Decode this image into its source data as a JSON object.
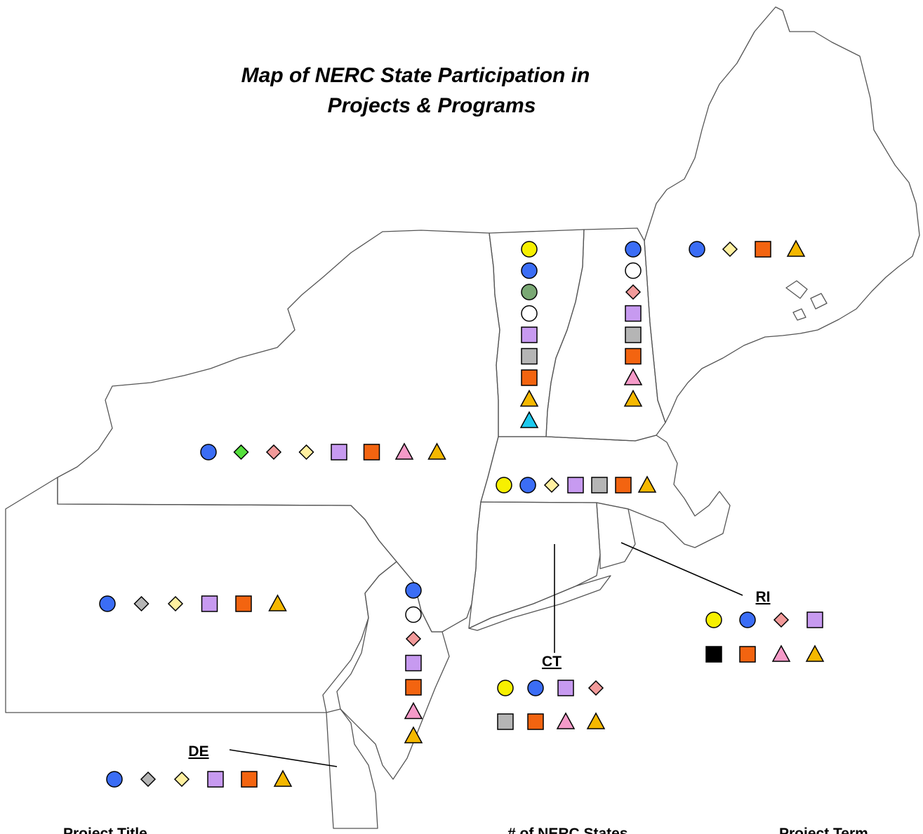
{
  "map": {
    "title_lines": [
      "Map of NERC State Participation in",
      "Projects & Programs"
    ],
    "footer": {
      "project_title": "Project Title",
      "nerc_states": "# of NERC States",
      "project_term": "Project Term"
    },
    "colors": {
      "yellow": "#f7f000",
      "blue": "#3b6df5",
      "green": "#7aa874",
      "white": "#ffffff",
      "salmon": "#f29a9a",
      "cream": "#fff0a0",
      "lime": "#55e03c",
      "gray": "#b5b5b5",
      "purple": "#c79af0",
      "orange": "#f36410",
      "pink": "#f59ac8",
      "amber": "#f5b800",
      "cyan": "#1cc9ee",
      "black": "#000000"
    },
    "states": [
      {
        "abbr": "",
        "region": "Maine",
        "symbols": [
          {
            "shape": "circle",
            "color": "blue"
          },
          {
            "shape": "diamond",
            "color": "cream"
          },
          {
            "shape": "square",
            "color": "orange"
          },
          {
            "shape": "triangle",
            "color": "amber"
          }
        ]
      },
      {
        "abbr": "",
        "region": "Vermont",
        "symbols": [
          {
            "shape": "circle",
            "color": "yellow"
          },
          {
            "shape": "circle",
            "color": "blue"
          },
          {
            "shape": "circle",
            "color": "green"
          },
          {
            "shape": "circle",
            "color": "white"
          },
          {
            "shape": "square",
            "color": "purple"
          },
          {
            "shape": "square",
            "color": "gray"
          },
          {
            "shape": "square",
            "color": "orange"
          },
          {
            "shape": "triangle",
            "color": "amber"
          },
          {
            "shape": "triangle",
            "color": "cyan"
          }
        ]
      },
      {
        "abbr": "",
        "region": "New Hampshire",
        "symbols": [
          {
            "shape": "circle",
            "color": "blue"
          },
          {
            "shape": "circle",
            "color": "white"
          },
          {
            "shape": "diamond",
            "color": "salmon"
          },
          {
            "shape": "square",
            "color": "purple"
          },
          {
            "shape": "square",
            "color": "gray"
          },
          {
            "shape": "square",
            "color": "orange"
          },
          {
            "shape": "triangle",
            "color": "pink"
          },
          {
            "shape": "triangle",
            "color": "amber"
          }
        ]
      },
      {
        "abbr": "",
        "region": "New York",
        "symbols": [
          {
            "shape": "circle",
            "color": "blue"
          },
          {
            "shape": "diamond",
            "color": "lime"
          },
          {
            "shape": "diamond",
            "color": "salmon"
          },
          {
            "shape": "diamond",
            "color": "cream"
          },
          {
            "shape": "square",
            "color": "purple"
          },
          {
            "shape": "square",
            "color": "orange"
          },
          {
            "shape": "triangle",
            "color": "pink"
          },
          {
            "shape": "triangle",
            "color": "amber"
          }
        ]
      },
      {
        "abbr": "",
        "region": "Massachusetts",
        "symbols": [
          {
            "shape": "circle",
            "color": "yellow"
          },
          {
            "shape": "circle",
            "color": "blue"
          },
          {
            "shape": "diamond",
            "color": "cream"
          },
          {
            "shape": "square",
            "color": "purple"
          },
          {
            "shape": "square",
            "color": "gray"
          },
          {
            "shape": "square",
            "color": "orange"
          },
          {
            "shape": "triangle",
            "color": "amber"
          }
        ]
      },
      {
        "abbr": "",
        "region": "Pennsylvania",
        "symbols": [
          {
            "shape": "circle",
            "color": "blue"
          },
          {
            "shape": "diamond",
            "color": "gray"
          },
          {
            "shape": "diamond",
            "color": "cream"
          },
          {
            "shape": "square",
            "color": "purple"
          },
          {
            "shape": "square",
            "color": "orange"
          },
          {
            "shape": "triangle",
            "color": "amber"
          }
        ]
      },
      {
        "abbr": "",
        "region": "New Jersey",
        "symbols": [
          {
            "shape": "circle",
            "color": "blue"
          },
          {
            "shape": "circle",
            "color": "white"
          },
          {
            "shape": "diamond",
            "color": "salmon"
          },
          {
            "shape": "square",
            "color": "purple"
          },
          {
            "shape": "square",
            "color": "orange"
          },
          {
            "shape": "triangle",
            "color": "pink"
          },
          {
            "shape": "triangle",
            "color": "amber"
          }
        ]
      },
      {
        "abbr": "RI",
        "region": "Rhode Island",
        "symbols": [
          {
            "shape": "circle",
            "color": "yellow"
          },
          {
            "shape": "circle",
            "color": "blue"
          },
          {
            "shape": "diamond",
            "color": "salmon"
          },
          {
            "shape": "square",
            "color": "purple"
          },
          {
            "shape": "square",
            "color": "black"
          },
          {
            "shape": "square",
            "color": "orange"
          },
          {
            "shape": "triangle",
            "color": "pink"
          },
          {
            "shape": "triangle",
            "color": "amber"
          }
        ]
      },
      {
        "abbr": "CT",
        "region": "Connecticut",
        "symbols": [
          {
            "shape": "circle",
            "color": "yellow"
          },
          {
            "shape": "circle",
            "color": "blue"
          },
          {
            "shape": "square",
            "color": "purple"
          },
          {
            "shape": "diamond",
            "color": "salmon"
          },
          {
            "shape": "square",
            "color": "gray"
          },
          {
            "shape": "square",
            "color": "orange"
          },
          {
            "shape": "triangle",
            "color": "pink"
          },
          {
            "shape": "triangle",
            "color": "amber"
          }
        ]
      },
      {
        "abbr": "DE",
        "region": "Delaware",
        "symbols": [
          {
            "shape": "circle",
            "color": "blue"
          },
          {
            "shape": "diamond",
            "color": "gray"
          },
          {
            "shape": "diamond",
            "color": "cream"
          },
          {
            "shape": "square",
            "color": "purple"
          },
          {
            "shape": "square",
            "color": "orange"
          },
          {
            "shape": "triangle",
            "color": "amber"
          }
        ]
      }
    ]
  }
}
